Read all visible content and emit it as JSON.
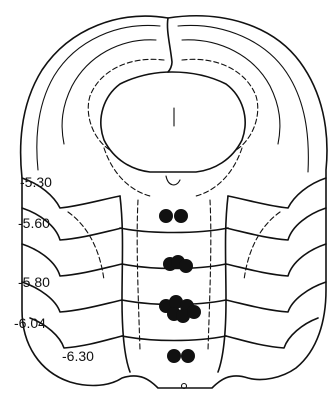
{
  "levels": [
    {
      "label": "-5.30"
    },
    {
      "label": "-5.60"
    },
    {
      "label": "-5.80"
    },
    {
      "label": "-6.04"
    },
    {
      "label": "-6.30"
    }
  ]
}
